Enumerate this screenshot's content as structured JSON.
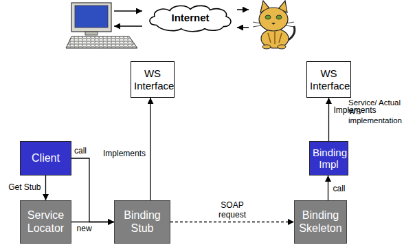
{
  "diagram": {
    "nodes": [
      {
        "text": [
          "Internet"
        ]
      },
      {
        "text": [
          "WS Interface"
        ]
      },
      {
        "text": [
          "WS Interface"
        ]
      },
      {
        "text": [
          "Client"
        ]
      },
      {
        "text": [
          "Binding Impl"
        ]
      },
      {
        "text": [
          "Service Locator"
        ]
      },
      {
        "text": [
          "Binding Stub"
        ]
      },
      {
        "text": [
          "Binding Skeleton"
        ]
      }
    ],
    "edges": [
      {
        "from": 6,
        "to": 1,
        "arrow": "to",
        "label": "Implements"
      },
      {
        "from": 4,
        "to": 2,
        "arrow": "to",
        "label": "Implements"
      },
      {
        "from": 3,
        "to": 6,
        "arrow": "to",
        "label": "call"
      },
      {
        "from": 3,
        "to": 5,
        "arrow": "to",
        "label": "Get Stub"
      },
      {
        "from": 5,
        "to": 6,
        "arrow": "to",
        "label": "new"
      },
      {
        "from": 6,
        "to": 7,
        "arrow": "to",
        "label": "SOAP request"
      },
      {
        "from": 7,
        "to": 4,
        "arrow": "to",
        "label": "call"
      }
    ],
    "labels": [
      "Service/ Actual WS implementation"
    ]
  }
}
